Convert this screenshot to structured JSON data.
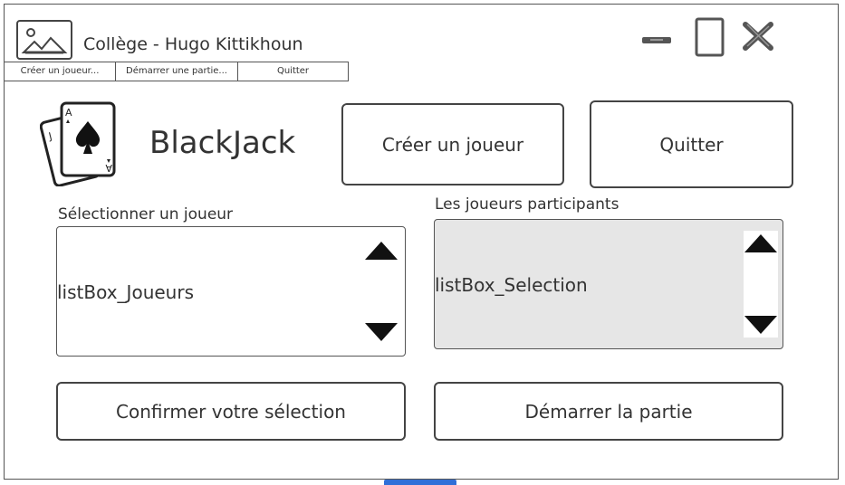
{
  "window": {
    "title": "Collège - Hugo Kittikhoun",
    "icons": [
      "image-icon",
      "minimize-icon",
      "maximize-icon",
      "close-icon"
    ]
  },
  "menu": {
    "items": [
      {
        "label": "Créer un joueur..."
      },
      {
        "label": "Démarrer une partie..."
      },
      {
        "label": "Quitter"
      }
    ]
  },
  "header": {
    "app_name": "BlackJack",
    "logo": "playing-cards-icon"
  },
  "buttons": {
    "create_player": "Créer un joueur",
    "quit": "Quitter",
    "confirm_selection": "Confirmer votre sélection",
    "start_game": "Démarrer la partie"
  },
  "players_list": {
    "label": "Sélectionner un joueur",
    "content": "listBox_Joueurs"
  },
  "selection_list": {
    "label": "Les joueurs participants",
    "content": "listBox_Selection",
    "background": "#e6e6e6"
  },
  "colors": {
    "border": "#444444",
    "text": "#333333",
    "accent": "#2f6fd8"
  }
}
